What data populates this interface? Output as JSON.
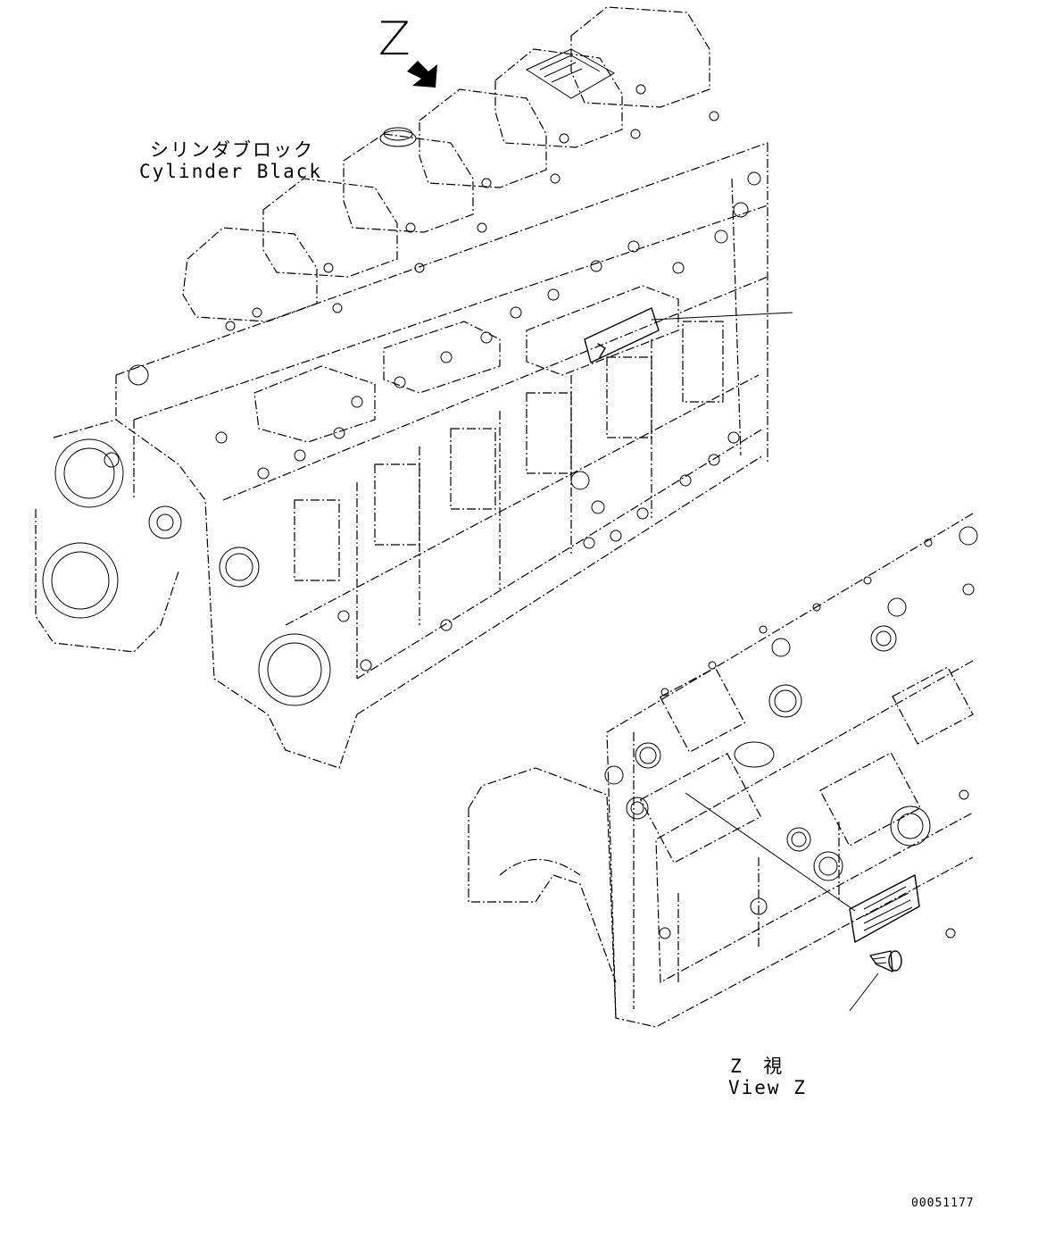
{
  "labels": {
    "arrow_view": "Z",
    "cylinder_block_jp": "シリンダブロック",
    "cylinder_block_en": "Cylinder Black",
    "view_z_jp": "Z 視",
    "view_z_en": "View Z",
    "part_number": "00051177"
  },
  "colors": {
    "ink": "#000000",
    "paper": "#ffffff"
  }
}
